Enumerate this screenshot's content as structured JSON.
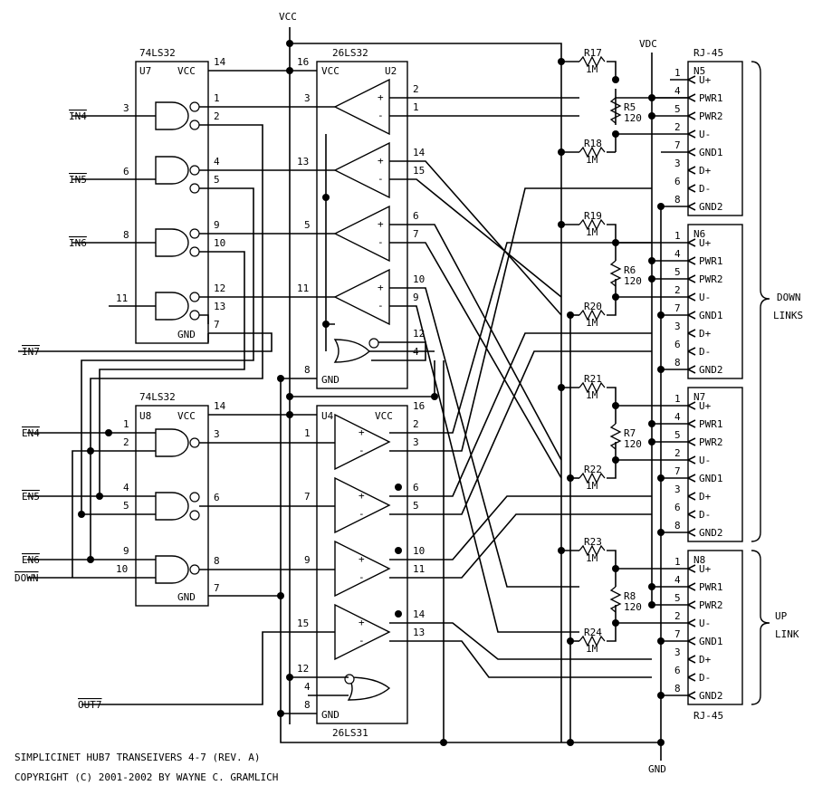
{
  "title": "SIMPLICINET HUB7 TRANSEIVERS 4-7 (REV. A)",
  "copyright": "COPYRIGHT (C) 2001-2002 BY WAYNE C. GRAMLICH",
  "rails": {
    "vcc": "VCC",
    "vdc": "VDC",
    "gnd": "GND"
  },
  "inputs": {
    "in4": "IN4",
    "in5": "IN5",
    "in6": "IN6",
    "in7": "IN7",
    "en4": "EN4",
    "en5": "EN5",
    "en6": "EN6",
    "down": "DOWN",
    "out7": "OUT7"
  },
  "chips": {
    "u7": {
      "part": "74LS32",
      "ref": "U7",
      "vcc": "VCC",
      "gnd": "GND"
    },
    "u8": {
      "part": "74LS32",
      "ref": "U8",
      "vcc": "VCC",
      "gnd": "GND"
    },
    "u2": {
      "part": "26LS32",
      "ref": "U2",
      "vcc": "VCC",
      "gnd": "GND"
    },
    "u4": {
      "part": "26LS31",
      "ref": "U4",
      "vcc": "VCC",
      "gnd": "GND"
    }
  },
  "pins": {
    "u7": {
      "vcc": "14",
      "a": "3",
      "a_in1": "1",
      "a_in2": "2",
      "b": "6",
      "b_in1": "4",
      "b_in2": "5",
      "c": "8",
      "c_in1": "9",
      "c_in2": "10",
      "d": "11",
      "d_in1": "12",
      "d_in2": "13",
      "gnd": "7"
    },
    "u8": {
      "vcc": "14",
      "a_in1": "1",
      "a_in2": "2",
      "a": "3",
      "b_in1": "4",
      "b_in2": "5",
      "b": "6",
      "c_in1": "9",
      "c_in2": "10",
      "c": "8",
      "gnd": "7"
    },
    "u2": {
      "vcc": "16",
      "r1_in": "3",
      "r1_p": "2",
      "r1_m": "1",
      "r2_in": "13",
      "r2_p": "14",
      "r2_m": "15",
      "r3_in": "5",
      "r3_p": "6",
      "r3_m": "7",
      "r4_in": "11",
      "r4_p": "10",
      "r4_m": "9",
      "en1": "12",
      "en2": "4",
      "gnd": "8"
    },
    "u4": {
      "vcc": "16",
      "d1_in": "1",
      "d1_p": "2",
      "d1_m": "3",
      "d2_in": "7",
      "d2_p": "6",
      "d2_m": "5",
      "d3_in": "9",
      "d3_p": "10",
      "d3_m": "11",
      "d4_in": "15",
      "d4_p": "14",
      "d4_m": "13",
      "en1": "12",
      "en2": "4",
      "gnd": "8"
    }
  },
  "resistors": [
    {
      "ref": "R17",
      "value": "1M"
    },
    {
      "ref": "R5",
      "value": "120"
    },
    {
      "ref": "R18",
      "value": "1M"
    },
    {
      "ref": "R19",
      "value": "1M"
    },
    {
      "ref": "R6",
      "value": "120"
    },
    {
      "ref": "R20",
      "value": "1M"
    },
    {
      "ref": "R21",
      "value": "1M"
    },
    {
      "ref": "R7",
      "value": "120"
    },
    {
      "ref": "R22",
      "value": "1M"
    },
    {
      "ref": "R23",
      "value": "1M"
    },
    {
      "ref": "R8",
      "value": "120"
    },
    {
      "ref": "R24",
      "value": "1M"
    }
  ],
  "connectors": {
    "part_top": "RJ-45",
    "part_bottom": "RJ-45",
    "refs": [
      "N5",
      "N6",
      "N7",
      "N8"
    ],
    "pin_numbers": [
      "1",
      "4",
      "5",
      "2",
      "7",
      "3",
      "6",
      "8"
    ],
    "signals": [
      "U+",
      "PWR1",
      "PWR2",
      "U-",
      "GND1",
      "D+",
      "D-",
      "GND2"
    ]
  },
  "groups": {
    "down_1": "DOWN",
    "down_2": "LINKS",
    "up_1": "UP",
    "up_2": "LINK"
  }
}
